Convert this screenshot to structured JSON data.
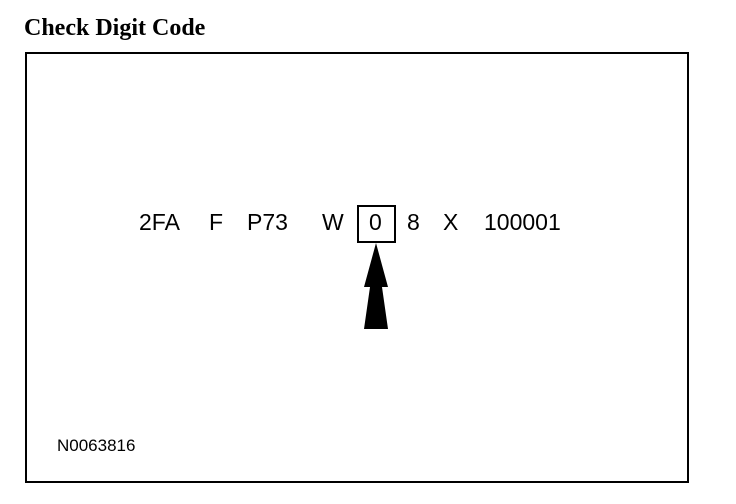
{
  "title": "Check Digit Code",
  "vin_segments": [
    "2FA",
    "F",
    "P73",
    "W",
    "0",
    "8",
    "X",
    "100001"
  ],
  "check_digit_index": 4,
  "figure_code": "N0063816"
}
